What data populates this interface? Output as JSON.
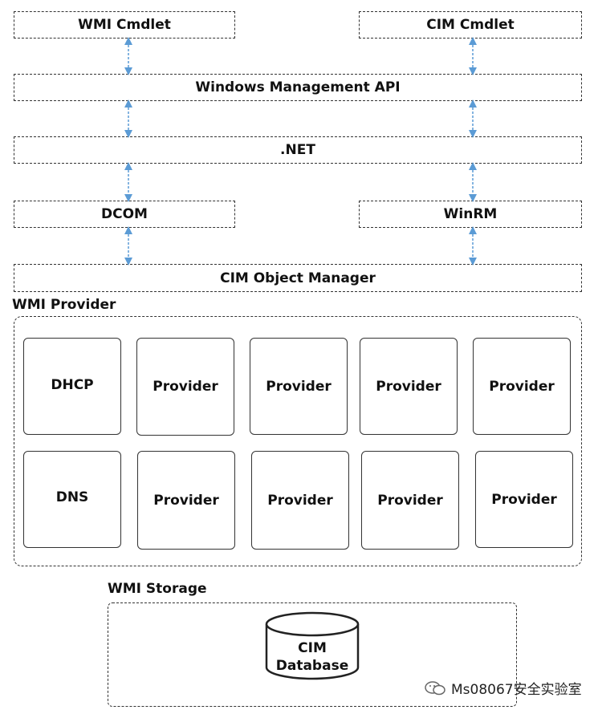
{
  "layers": {
    "wmi_cmdlet": "WMI Cmdlet",
    "cim_cmdlet": "CIM Cmdlet",
    "windows_management_api": "Windows Management API",
    "dotnet": ".NET",
    "dcom": "DCOM",
    "winrm": "WinRM",
    "cim_object_manager": "CIM Object Manager"
  },
  "wmi_provider": {
    "label": "WMI Provider",
    "row1": [
      "DHCP",
      "Provider",
      "Provider",
      "Provider",
      "Provider"
    ],
    "row2": [
      "DNS",
      "Provider",
      "Provider",
      "Provider",
      "Provider"
    ]
  },
  "wmi_storage": {
    "label": "WMI Storage",
    "database_line1": "CIM",
    "database_line2": "Database"
  },
  "watermark": "Ms08067安全实验室",
  "colors": {
    "arrow": "#5b9bd5",
    "border": "#333333"
  }
}
